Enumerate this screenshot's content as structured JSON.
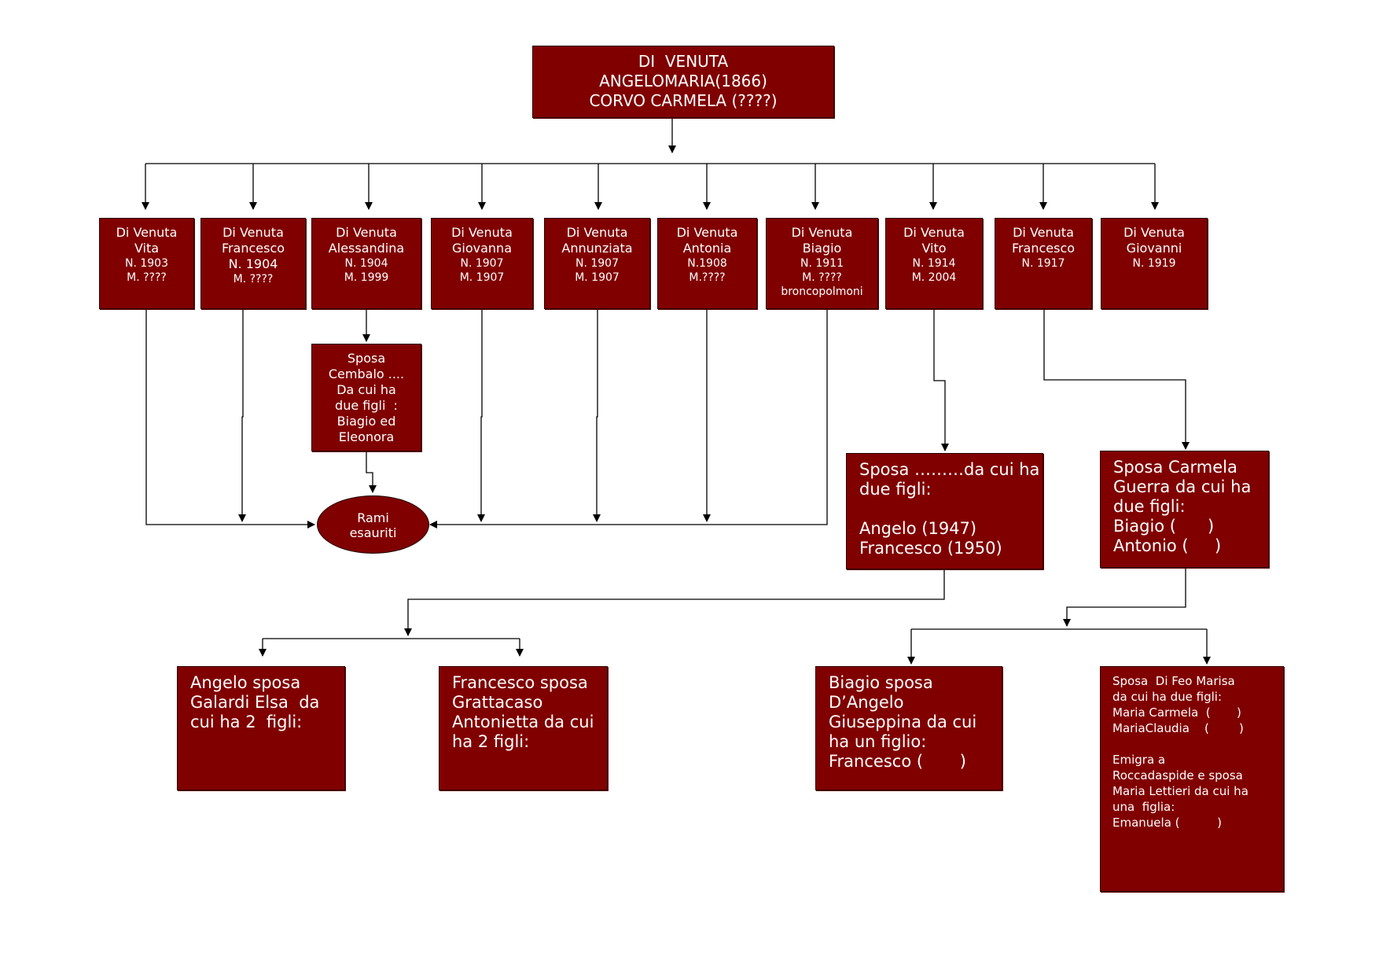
{
  "root": {
    "lines": [
      "DI  VENUTA",
      "ANGELOMARIA(1866)",
      "CORVO CARMELA (????)"
    ]
  },
  "children": [
    {
      "lines": [
        "Di Venuta",
        "Vita",
        "N. 1903",
        "M. ????"
      ]
    },
    {
      "lines": [
        "Di Venuta",
        "Francesco",
        "N. 1904",
        "M. ????"
      ]
    },
    {
      "lines": [
        "Di Venuta",
        "Alessandina",
        "N. 1904",
        "M. 1999"
      ]
    },
    {
      "lines": [
        "Di Venuta",
        "Giovanna",
        "N. 1907",
        "M. 1907"
      ]
    },
    {
      "lines": [
        "Di Venuta",
        "Annunziata",
        "N. 1907",
        "M. 1907"
      ]
    },
    {
      "lines": [
        "Di Venuta",
        "Antonia",
        "N.1908",
        "M.????"
      ]
    },
    {
      "lines": [
        "Di Venuta",
        "Biagio",
        "N. 1911",
        "M. ????",
        "broncopolmoni"
      ]
    },
    {
      "lines": [
        "Di Venuta",
        "Vito",
        "N. 1914",
        "M. 2004"
      ]
    },
    {
      "lines": [
        "Di Venuta",
        "Francesco",
        "N. 1917"
      ]
    },
    {
      "lines": [
        "Di Venuta",
        "Giovanni",
        "N. 1919"
      ]
    }
  ],
  "alessandina_spouse": {
    "lines": [
      "Sposa",
      "Cembalo ....",
      "Da cui ha",
      "due figli  :",
      "Biagio ed",
      "Eleonora"
    ]
  },
  "terminal": {
    "lines": [
      "Rami",
      "esauriti"
    ]
  },
  "vito_spouse": {
    "lines": [
      "Sposa ………da cui ha",
      "due figli:",
      "",
      "Angelo (1947)",
      "Francesco (1950)"
    ]
  },
  "francesco_spouse": {
    "lines": [
      "Sposa Carmela",
      "Guerra da cui ha",
      "due figli:",
      "Biagio (      )",
      "Antonio (     )"
    ]
  },
  "grandchildren": [
    {
      "lines": [
        "Angelo sposa",
        "Galardi Elsa  da",
        "cui ha 2  figli:"
      ]
    },
    {
      "lines": [
        "Francesco sposa",
        "Grattacaso",
        "Antonietta da cui",
        "ha 2 figli:"
      ]
    },
    {
      "lines": [
        "Biagio sposa",
        "D’Angelo",
        "Giuseppina da cui",
        "ha un figlio:",
        "Francesco (       )"
      ]
    },
    {
      "lines": [
        "Sposa  Di Feo Marisa",
        "da cui ha due figli:",
        "Maria Carmela  (       )",
        "MariaClaudia    (        )",
        "",
        "Emigra a",
        "Roccadaspide e sposa",
        "Maria Lettieri da cui ha",
        "una  figlia:",
        "Emanuela (          )"
      ]
    }
  ],
  "colors": {
    "box_fill": "#800000",
    "box_text": "#ffffff",
    "connector": "#000000"
  }
}
